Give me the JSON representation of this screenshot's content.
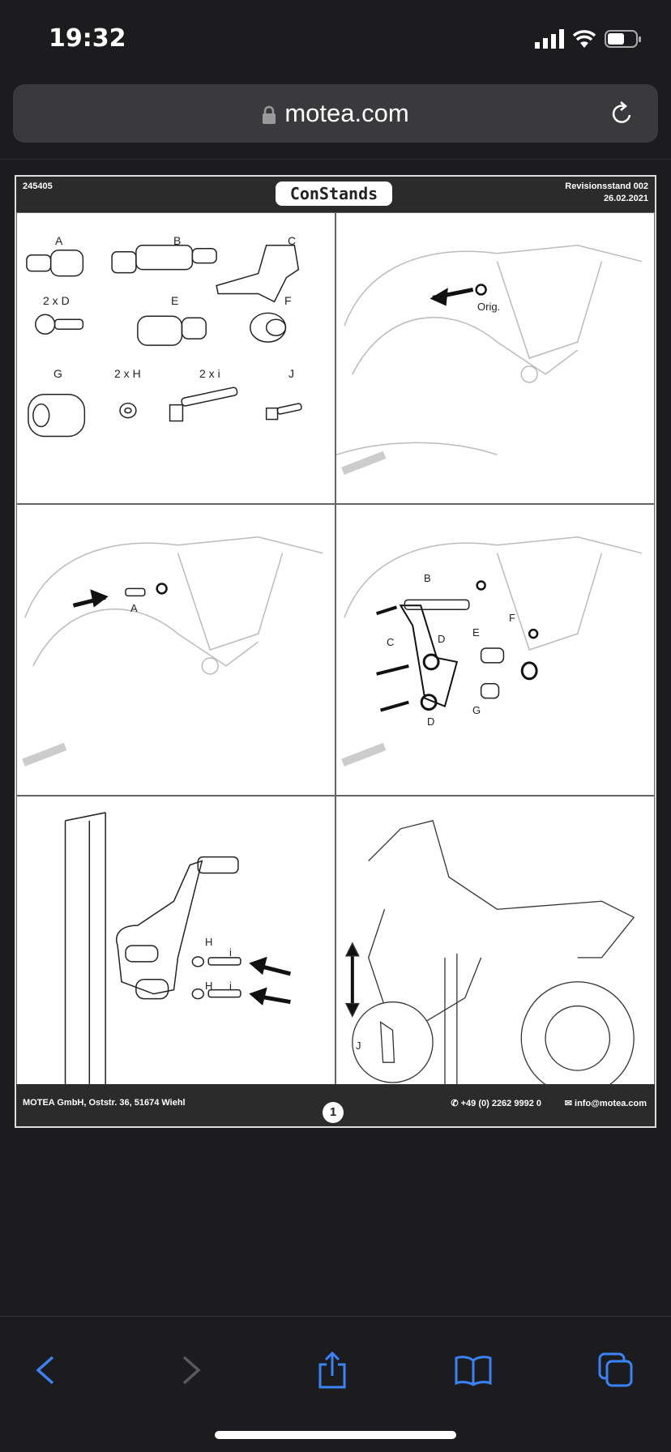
{
  "status_bar": {
    "time": "19:32"
  },
  "browser": {
    "url": "motea.com"
  },
  "document": {
    "article_number": "245405",
    "brand": "ConStands",
    "revision": "Revisionsstand 002",
    "date": "26.02.2021",
    "panels": {
      "parts": [
        "A",
        "B",
        "C",
        "2 x D",
        "E",
        "F",
        "G",
        "2 x H",
        "2 x i",
        "J"
      ],
      "step1": {
        "orig": "Orig."
      },
      "step2": {
        "a": "A"
      },
      "step3": {
        "b": "B",
        "c": "C",
        "d1": "D",
        "e": "E",
        "f": "F",
        "d2": "D",
        "g": "G"
      },
      "step4": {
        "h1": "H",
        "i1": "i",
        "h2": "H",
        "i2": "i"
      },
      "step5": {
        "j": "J"
      }
    },
    "footer": {
      "address": "MOTEA GmbH, Oststr. 36, 51674 Wiehl",
      "page": "1",
      "phone": "+49 (0) 2262 9992 0",
      "email": "info@motea.com"
    }
  },
  "colors": {
    "accent": "#3a82f7",
    "toolbar_disabled": "#5a5a5e"
  }
}
